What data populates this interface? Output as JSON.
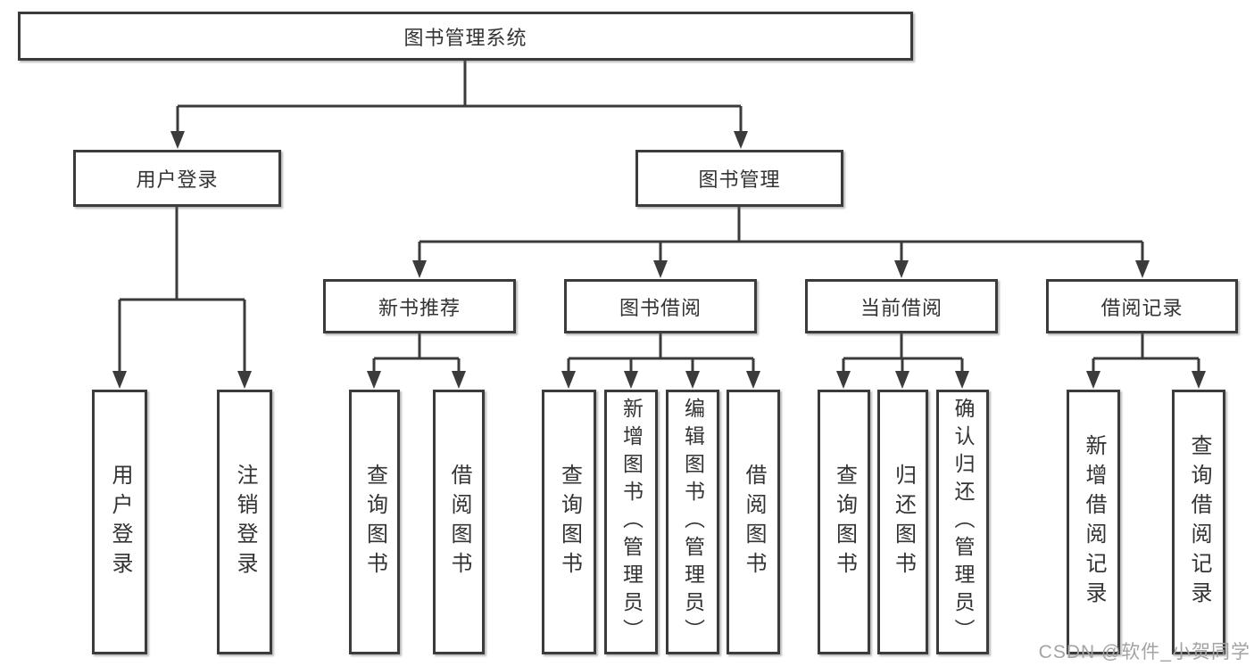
{
  "nodes": {
    "root": "图书管理系统",
    "user_login": "用户登录",
    "book_management": "图书管理",
    "new_book_recommend": "新书推荐",
    "book_borrowing": "图书借阅",
    "current_borrowing": "当前借阅",
    "borrowing_records": "借阅记录",
    "ul_user_login": "用户登录",
    "ul_logout": "注销登录",
    "nb_query_books": "查询图书",
    "nb_borrow_books": "借阅图书",
    "bb_query_books": "查询图书",
    "bb_add_books": "新增图书（管理员）",
    "bb_edit_books": "编辑图书（管理员）",
    "bb_borrow_books": "借阅图书",
    "cb_query_books": "查询图书",
    "cb_return_books": "归还图书",
    "cb_confirm_return": "确认归还（管理员）",
    "br_add_record": "新增借阅记录",
    "br_query_record": "查询借阅记录"
  },
  "watermark": "CSDN @软件_小贺同学",
  "colors": {
    "line": "#3b3b3b",
    "text": "#333333",
    "box_background": "#ffffff",
    "watermark": "#a3a3a3"
  }
}
